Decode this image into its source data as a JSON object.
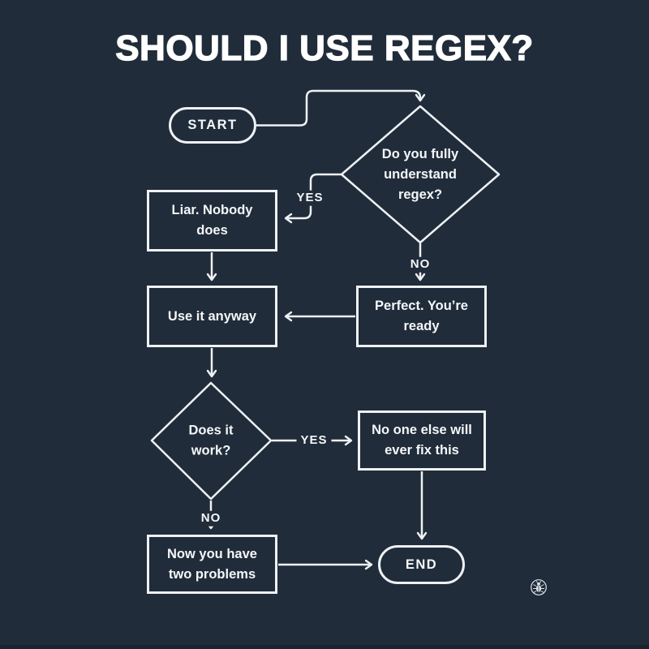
{
  "title": "SHOULD I USE REGEX?",
  "colors": {
    "background": "#202c3a",
    "line": "#eef1f4",
    "text": "#ffffff"
  },
  "nodes": {
    "start": {
      "type": "terminal",
      "label": "START"
    },
    "understand": {
      "type": "decision",
      "lines": [
        "Do you fully",
        "understand",
        "regex?"
      ]
    },
    "liar": {
      "type": "process",
      "lines": [
        "Liar. Nobody",
        "does"
      ]
    },
    "use_anyway": {
      "type": "process",
      "lines": [
        "Use it anyway"
      ]
    },
    "perfect": {
      "type": "process",
      "lines": [
        "Perfect. You’re",
        "ready"
      ]
    },
    "does_work": {
      "type": "decision",
      "lines": [
        "Does it",
        "work?"
      ]
    },
    "no_one": {
      "type": "process",
      "lines": [
        "No one else will",
        "ever fix this"
      ]
    },
    "two_problems": {
      "type": "process",
      "lines": [
        "Now you have",
        "two problems"
      ]
    },
    "end": {
      "type": "terminal",
      "label": "END"
    }
  },
  "edges": [
    {
      "from": "start",
      "to": "understand",
      "label": ""
    },
    {
      "from": "understand",
      "to": "liar",
      "label": "YES"
    },
    {
      "from": "understand",
      "to": "perfect",
      "label": "NO"
    },
    {
      "from": "liar",
      "to": "use_anyway",
      "label": ""
    },
    {
      "from": "perfect",
      "to": "use_anyway",
      "label": ""
    },
    {
      "from": "use_anyway",
      "to": "does_work",
      "label": ""
    },
    {
      "from": "does_work",
      "to": "no_one",
      "label": "YES"
    },
    {
      "from": "does_work",
      "to": "two_problems",
      "label": "NO"
    },
    {
      "from": "no_one",
      "to": "end",
      "label": ""
    },
    {
      "from": "two_problems",
      "to": "end",
      "label": ""
    }
  ],
  "watermark": {
    "icon": "bug-icon"
  }
}
